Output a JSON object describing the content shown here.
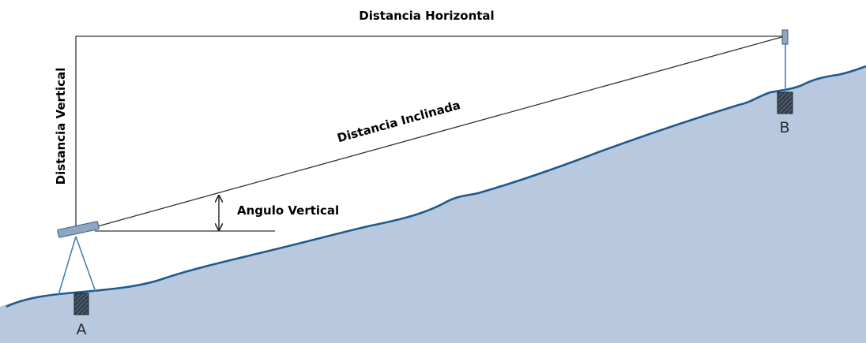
{
  "labels": {
    "horizontal": "Distancia Horizontal",
    "vertical": "Distancia Vertical",
    "inclined": "Distancia Inclinada",
    "angle": "Angulo Vertical",
    "point_a": "A",
    "point_b": "B"
  },
  "colors": {
    "ground_fill": "#b8c9df",
    "ground_outline": "#1f5a8e",
    "lines": "#333333",
    "instrument": "#8ea6c4",
    "marker_fill": "#2f3a48"
  }
}
